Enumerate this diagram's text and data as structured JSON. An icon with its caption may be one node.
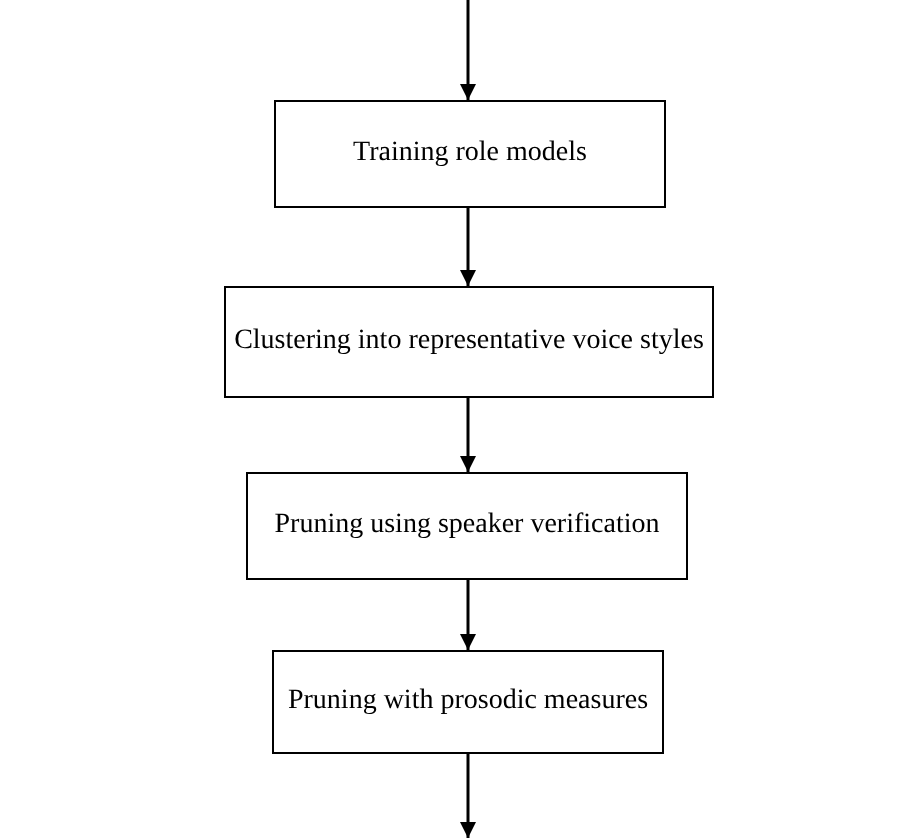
{
  "diagram": {
    "nodes": [
      {
        "text": [
          "Training role models"
        ]
      },
      {
        "text": [
          "Clustering into representative voice styles"
        ]
      },
      {
        "text": [
          "Pruning using speaker verification"
        ]
      },
      {
        "text": [
          "Pruning with prosodic measures"
        ]
      }
    ],
    "edges": [
      {
        "from": null,
        "to": 0,
        "arrow": "to"
      },
      {
        "from": 0,
        "to": 1,
        "arrow": "to"
      },
      {
        "from": 1,
        "to": 2,
        "arrow": "to"
      },
      {
        "from": 2,
        "to": 3,
        "arrow": "to"
      },
      {
        "from": 3,
        "to": null,
        "arrow": "to"
      }
    ]
  }
}
